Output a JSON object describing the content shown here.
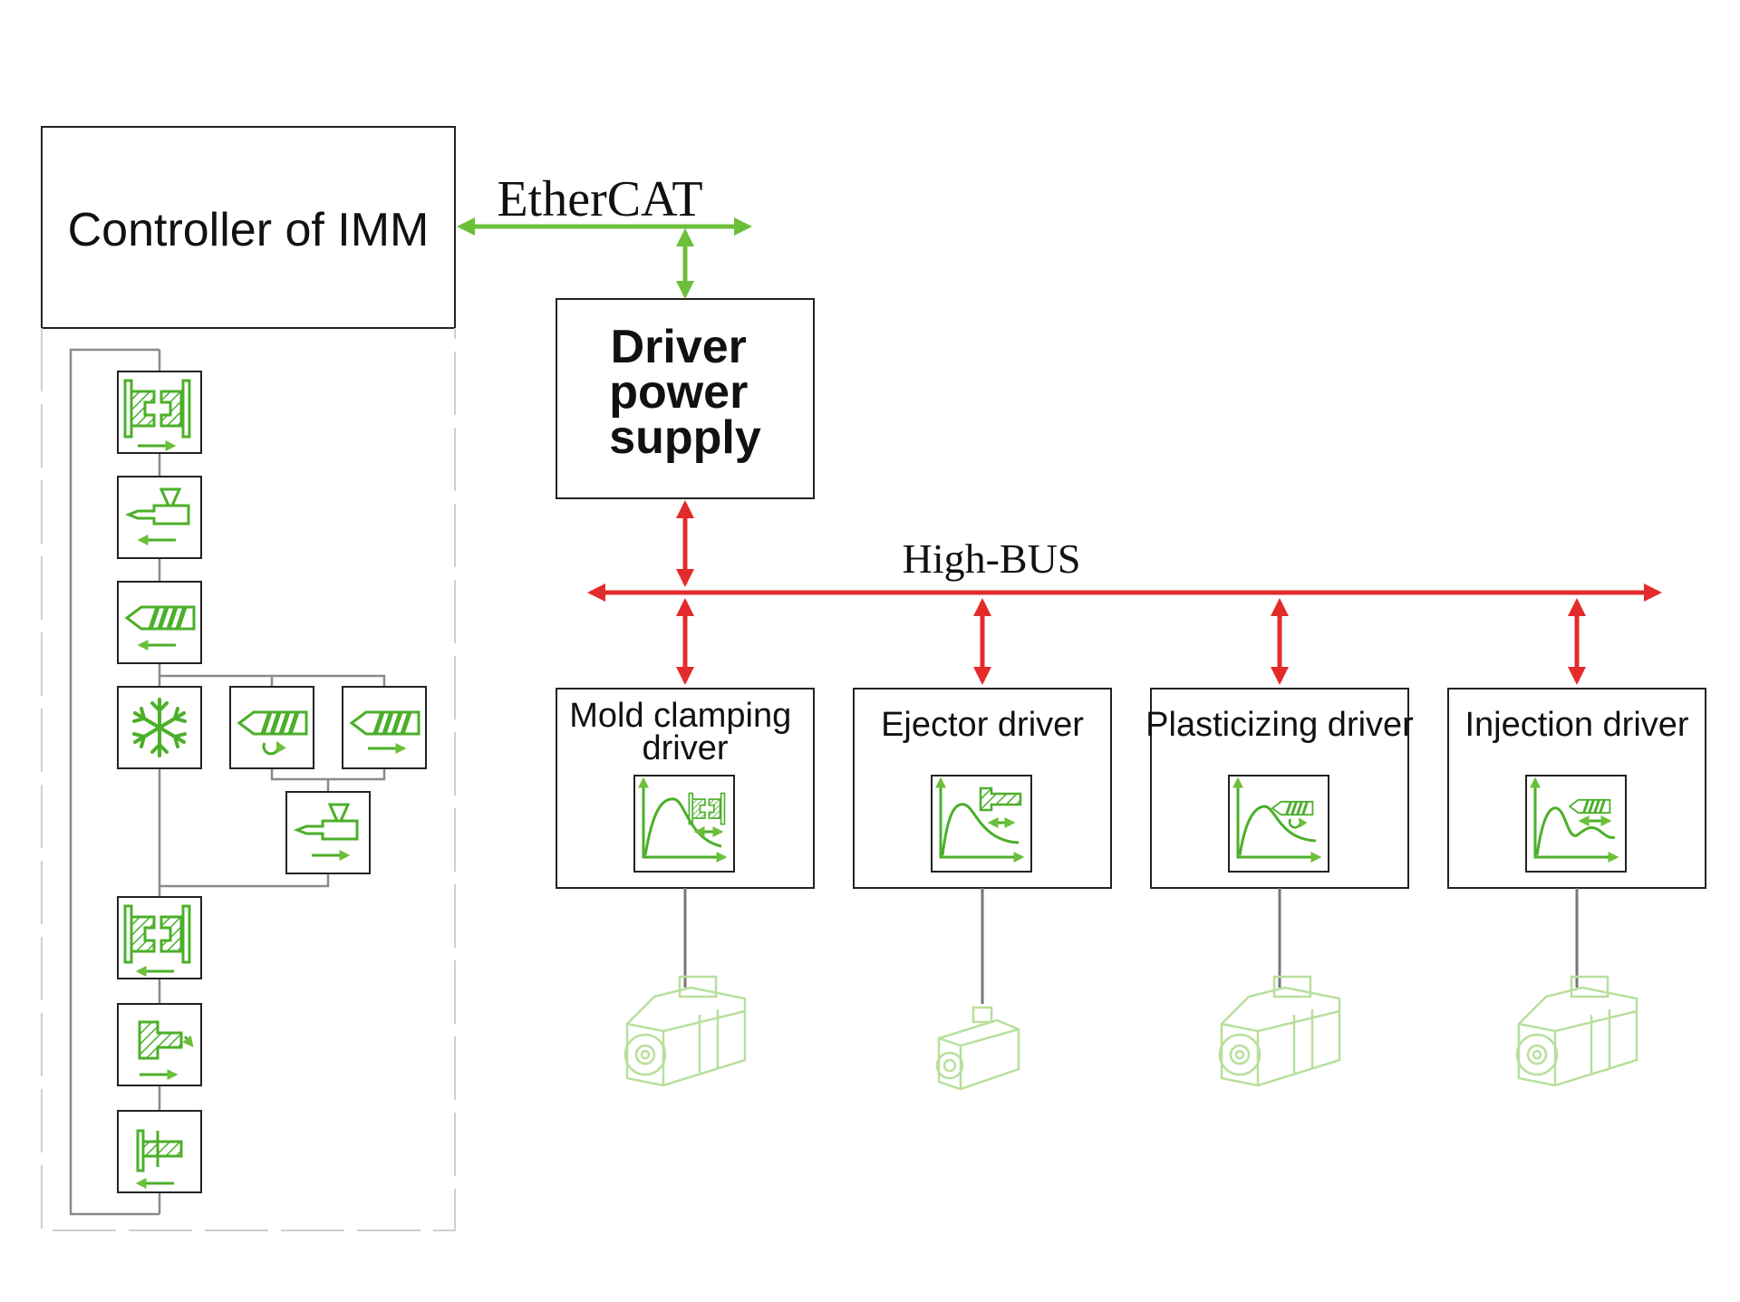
{
  "controller": {
    "label": "Controller of IMM"
  },
  "power_supply": {
    "lines": [
      "Driver",
      "power",
      "supply"
    ]
  },
  "buses": {
    "ethercat": {
      "label": "EtherCAT",
      "color": "#6cbf3a"
    },
    "highbus": {
      "label": "High-BUS",
      "color": "#e32b2b"
    }
  },
  "drivers": [
    {
      "lines": [
        "Mold clamping",
        "driver"
      ],
      "icon": "mold-clamping-curve-icon",
      "motor": "servo-motor-large"
    },
    {
      "lines": [
        "Ejector driver"
      ],
      "icon": "ejector-curve-icon",
      "motor": "servo-motor-small"
    },
    {
      "lines": [
        "Plasticizing driver"
      ],
      "icon": "plasticizing-curve-icon",
      "motor": "servo-motor-large"
    },
    {
      "lines": [
        "Injection driver"
      ],
      "icon": "injection-curve-icon",
      "motor": "servo-motor-large"
    }
  ],
  "process_steps": [
    "mold-close-icon",
    "nozzle-forward-icon",
    "injection-icon",
    "cooling-icon",
    "plasticizing-icon",
    "screw-retract-icon",
    "nozzle-retract-icon",
    "mold-open-icon",
    "ejector-forward-icon",
    "ejector-retract-icon"
  ],
  "colors": {
    "accent_green": "#4caf2a",
    "light_green": "#b8df9c",
    "line_gray": "#8a8a8a",
    "box_border": "#222222"
  }
}
